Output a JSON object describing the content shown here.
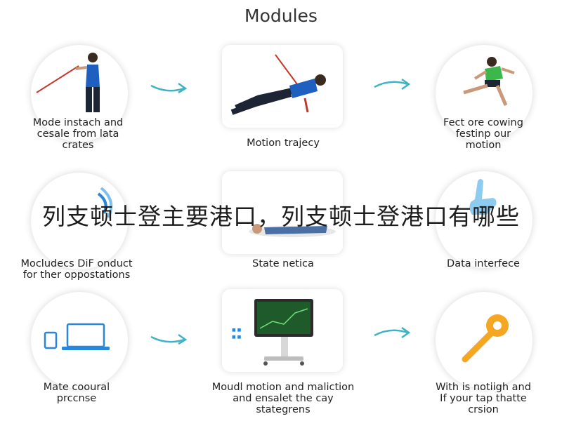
{
  "page": {
    "title": "Modules"
  },
  "overlay_caption": "列支顿士登主要港口，列支顿士登港口有哪些",
  "accent_colors": {
    "arrow": "#3fb3c4",
    "icon_blue": "#2a86d6",
    "key_orange": "#f5a623",
    "runner_green": "#3cb84a"
  },
  "rows": [
    {
      "modules": [
        {
          "icon": "standing-man-pointer-icon",
          "label": "Mode instach and\ncesale from lata\ncrates"
        },
        {
          "icon": "reclining-man-stretch-icon",
          "label": "Motion trajecy"
        },
        {
          "icon": "running-man-icon",
          "label": "Fect ore cowing\nfestinp our\nmotion"
        }
      ]
    },
    {
      "modules": [
        {
          "icon": "blue-wave-icon",
          "label": "Mocludecs DiF onduct\nfor ther oppostations"
        },
        {
          "icon": "lying-person-icon",
          "label": "State netica"
        },
        {
          "icon": "blue-hand-icon",
          "label": "Data interfece"
        }
      ]
    },
    {
      "modules": [
        {
          "icon": "laptop-phone-icon",
          "label": "Mate cooural\nprccnse"
        },
        {
          "icon": "monitor-machine-icon",
          "label": "Moudl motion and maliction\nand ensalet the cay\nstategrens"
        },
        {
          "icon": "orange-key-icon",
          "label": "With is notiigh and\nIf your tap thatte\ncrsion"
        }
      ]
    }
  ]
}
